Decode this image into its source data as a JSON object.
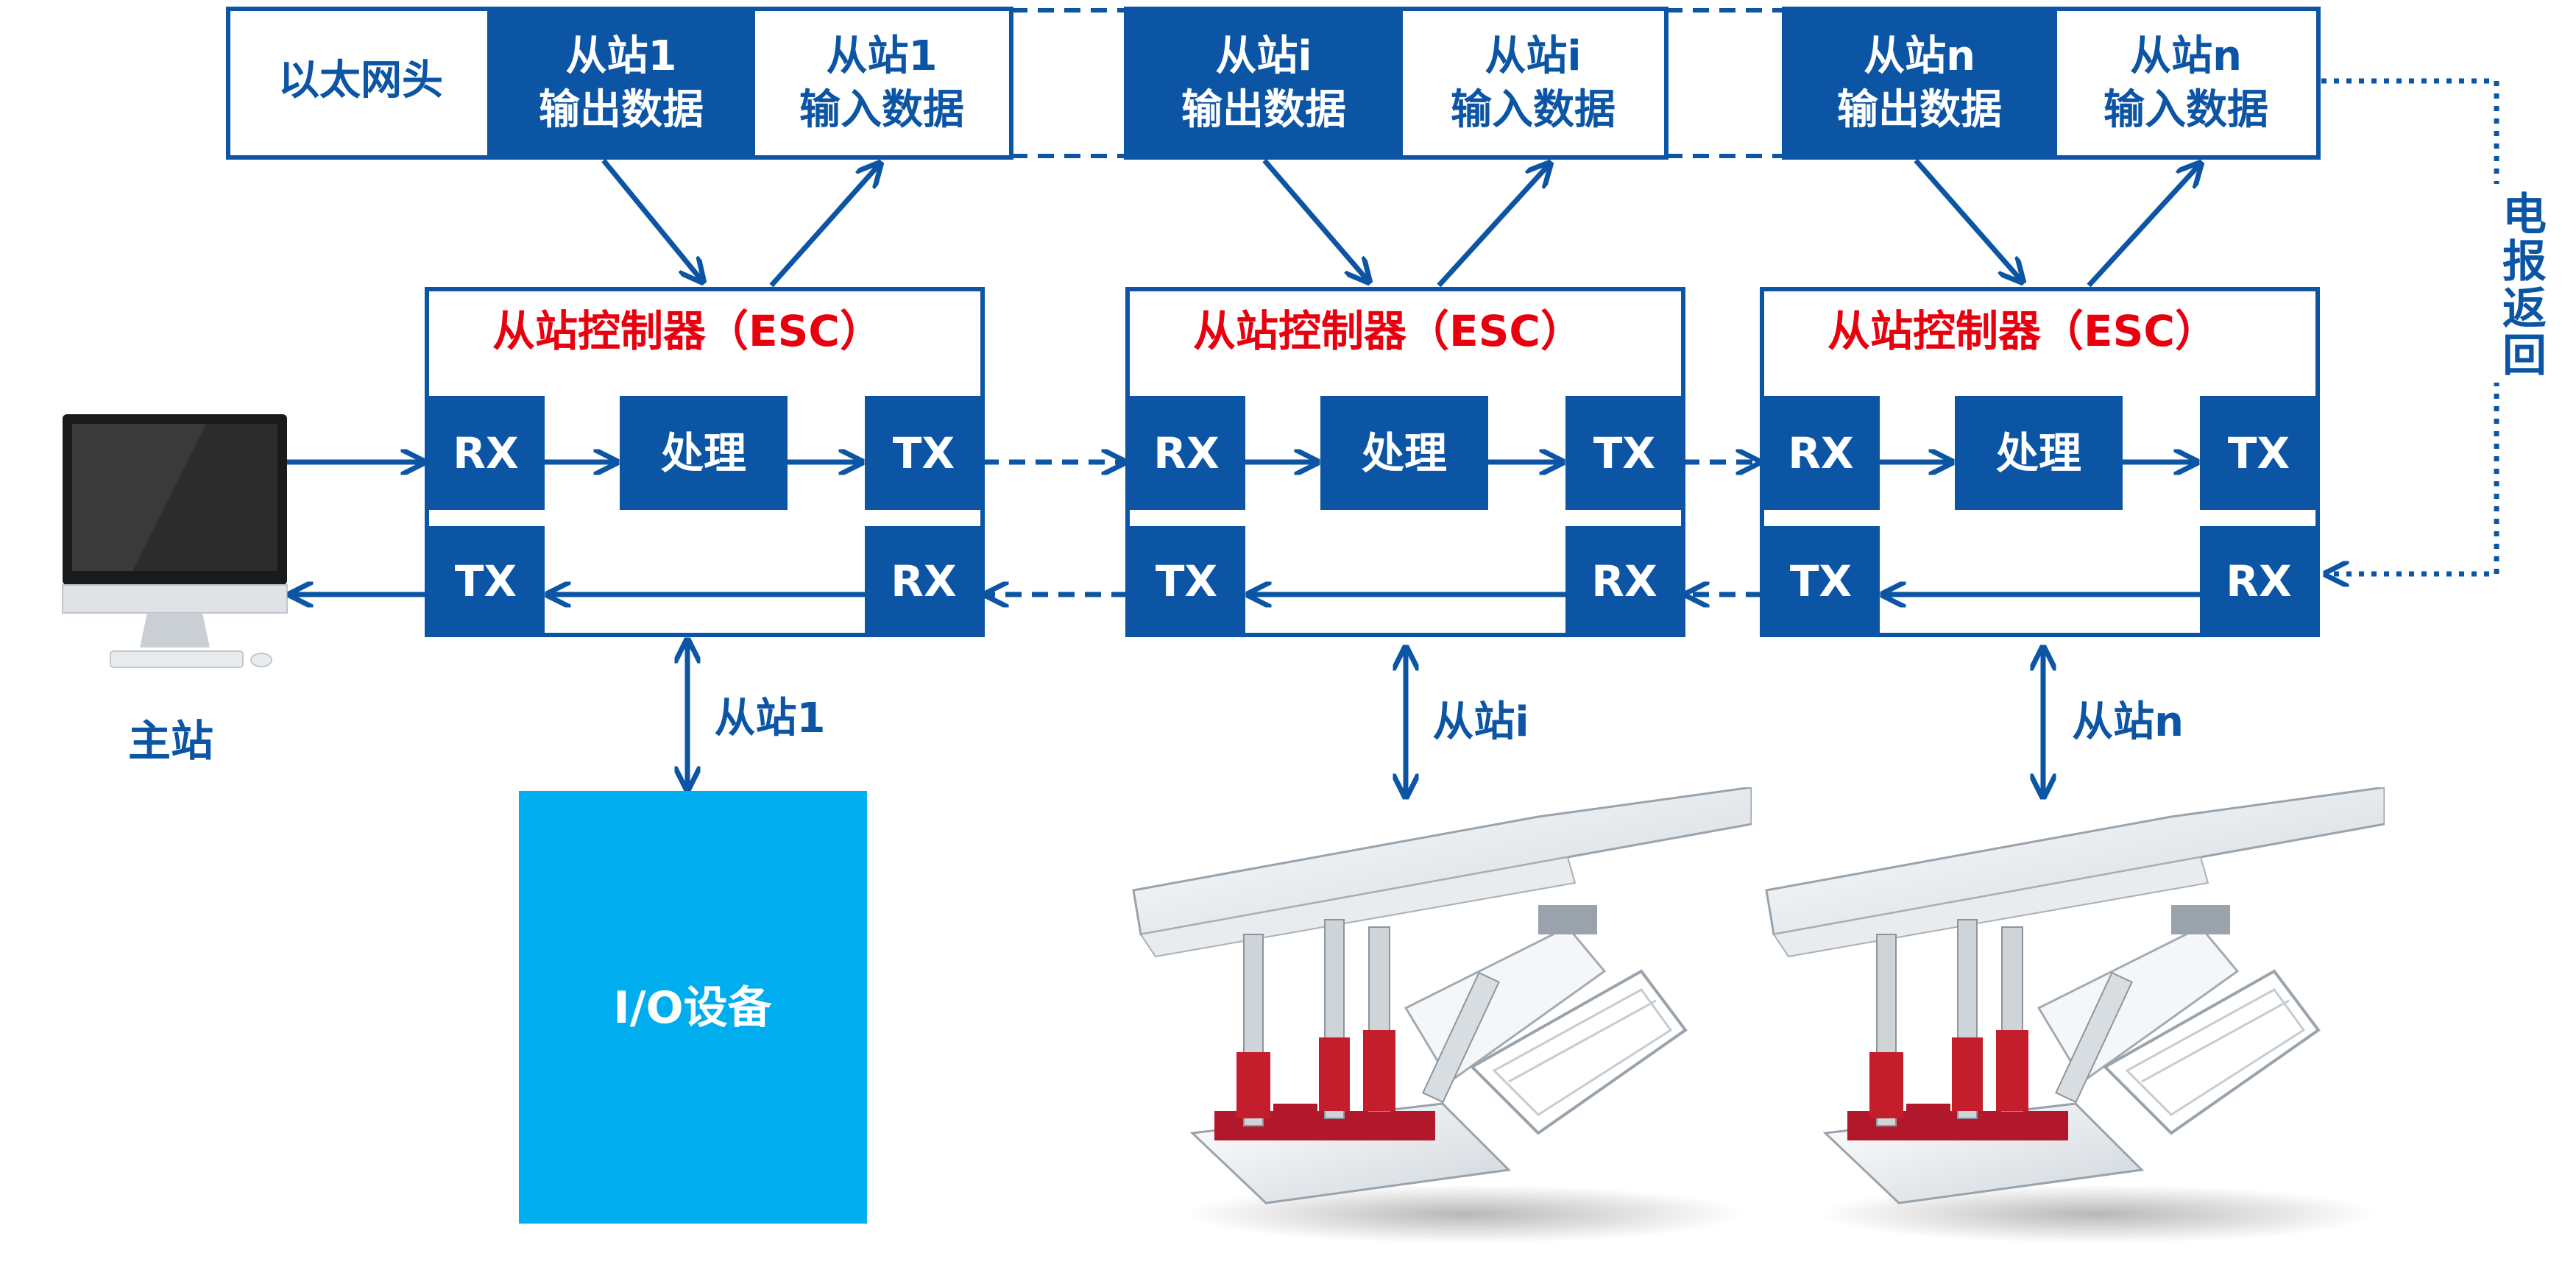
{
  "colors": {
    "primary": "#0b55a4",
    "accent_red": "#e8000e",
    "io_cyan": "#00adef",
    "white": "#ffffff"
  },
  "frame": {
    "header": "以太网头",
    "slave1_out": [
      "从站1",
      "输出数据"
    ],
    "slave1_in": [
      "从站1",
      "输入数据"
    ],
    "slavei_out": [
      "从站i",
      "输出数据"
    ],
    "slavei_in": [
      "从站i",
      "输入数据"
    ],
    "slaven_out": [
      "从站n",
      "输出数据"
    ],
    "slaven_in": [
      "从站n",
      "输入数据"
    ]
  },
  "return_label": [
    "电",
    "报",
    "返",
    "回"
  ],
  "esc": {
    "title": "从站控制器（ESC）",
    "rx": "RX",
    "tx": "TX",
    "process": "处理"
  },
  "master_label": "主站",
  "links": {
    "slave1": "从站1",
    "slavei": "从站i",
    "slaven": "从站n"
  },
  "io_device": "I/O设备",
  "icons": [
    "computer-icon",
    "hydraulic-support-illustration"
  ]
}
